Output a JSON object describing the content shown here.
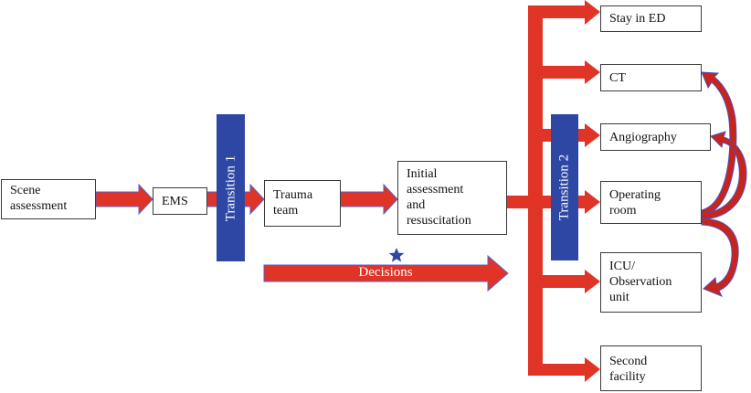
{
  "colors": {
    "arrow_fill": "#df3426",
    "arrow_outline": "#5b5fd0",
    "transition_fill": "#2f47a4",
    "star": "#2f47a4",
    "box_border": "#3a3a3a"
  },
  "stages": {
    "scene": "Scene\nassessment",
    "ems": "EMS",
    "trauma": "Trauma\nteam",
    "initial": "Initial\nassessment\nand\nresuscitation"
  },
  "transitions": {
    "t1": "Transition 1",
    "t2": "Transition 2"
  },
  "decisions": {
    "label": "Decisions",
    "marker_icon": "star-icon"
  },
  "destinations": [
    {
      "label": "Stay in ED"
    },
    {
      "label": "CT"
    },
    {
      "label": "Angiography"
    },
    {
      "label": "Operating\nroom"
    },
    {
      "label": "ICU/\nObservation\nunit"
    },
    {
      "label": "Second\nfacility"
    }
  ],
  "loops": [
    {
      "from": "Operating room",
      "to": "CT"
    },
    {
      "from": "Operating room",
      "to": "Angiography"
    },
    {
      "from": "Operating room",
      "to": "ICU/Observation unit"
    }
  ]
}
